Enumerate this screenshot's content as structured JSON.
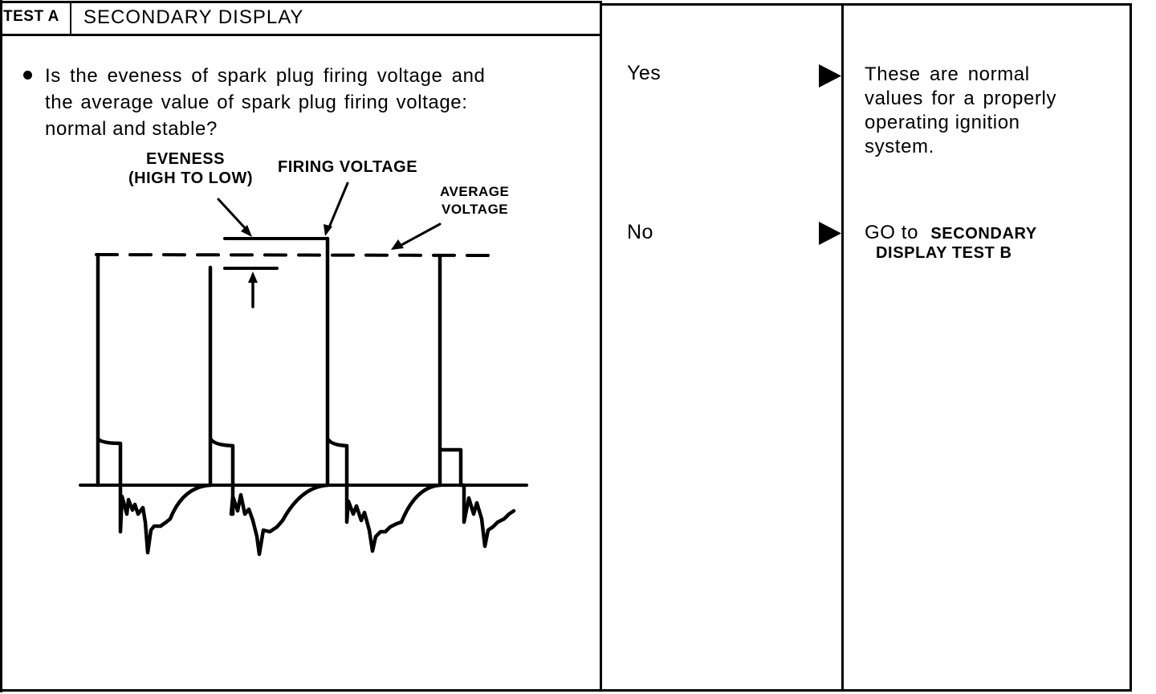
{
  "header": {
    "test_label": "TEST A",
    "title": "SECONDARY DISPLAY"
  },
  "question": {
    "lines": [
      "Is the eveness of spark plug firing voltage and",
      "the average value of spark plug firing voltage:",
      "normal and stable?"
    ]
  },
  "diagram": {
    "label_eveness_1": "EVENESS",
    "label_eveness_2": "(HIGH TO LOW)",
    "label_firing": "FIRING VOLTAGE",
    "label_average_1": "AVERAGE",
    "label_average_2": "VOLTAGE"
  },
  "answers": {
    "yes_label": "Yes",
    "no_label": "No"
  },
  "results": {
    "yes_lines": [
      "These are normal",
      "values for a properly",
      "operating ignition",
      "system."
    ],
    "no_prefix": "GO to",
    "no_ref_1": "SECONDARY",
    "no_ref_2": "DISPLAY TEST B"
  },
  "icons": {
    "arrow": "right-triangle-arrow-icon",
    "bullet": "bullet-dot-icon"
  },
  "colors": {
    "ink": "#000000",
    "paper": "#ffffff"
  }
}
